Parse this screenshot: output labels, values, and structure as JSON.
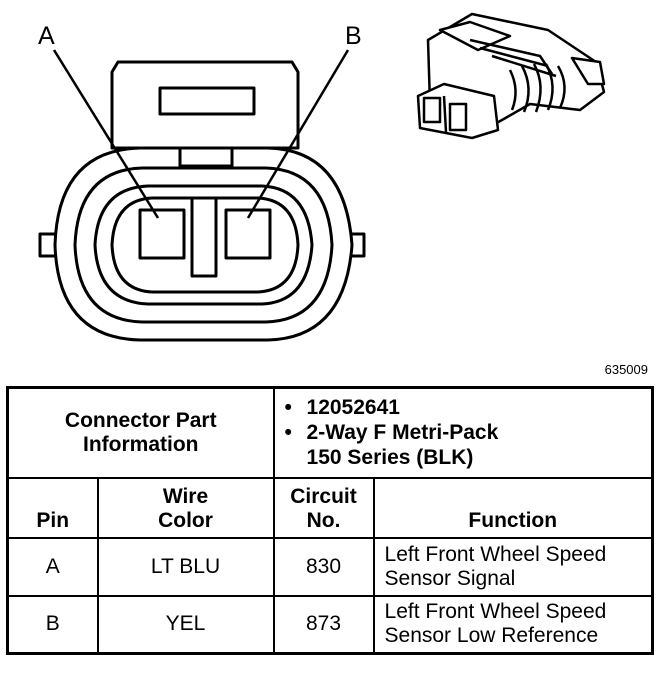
{
  "diagram": {
    "pin_label_a": "A",
    "pin_label_b": "B",
    "figure_number": "635009"
  },
  "table": {
    "part_info_label": "Connector Part Information",
    "part_number": "12052641",
    "part_description_line1": "2-Way F Metri-Pack",
    "part_description_line2": "150 Series (BLK)",
    "bullet": "•",
    "headers": {
      "pin": "Pin",
      "wire_color": "Wire Color",
      "circuit_no": "Circuit No.",
      "function": "Function"
    },
    "rows": [
      {
        "pin": "A",
        "wire_color": "LT BLU",
        "circuit": "830",
        "function_line1": "Left Front Wheel Speed",
        "function_line2": "Sensor Signal"
      },
      {
        "pin": "B",
        "wire_color": "YEL",
        "circuit": "873",
        "function_line1": "Left Front Wheel Speed",
        "function_line2": "Sensor Low Reference"
      }
    ]
  }
}
